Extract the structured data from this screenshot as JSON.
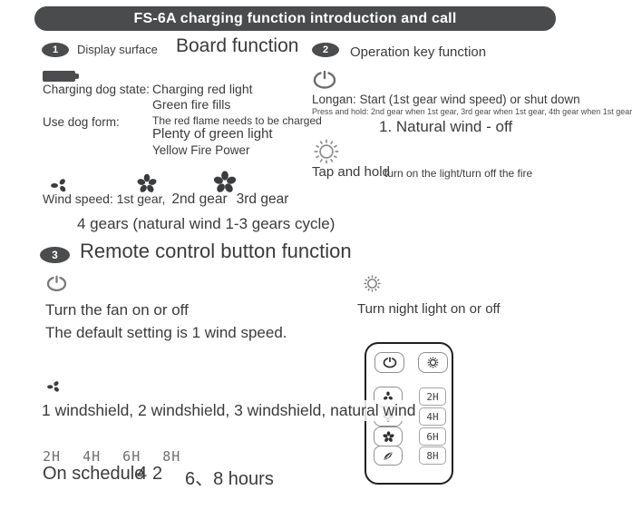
{
  "banner": {
    "title": "FS-6A charging function introduction and call"
  },
  "section1": {
    "badge": "1",
    "small_label": "Display surface",
    "big_label": "Board function"
  },
  "section2": {
    "badge": "2",
    "label": "Operation key function"
  },
  "section3": {
    "badge": "3",
    "label": "Remote control button function"
  },
  "display_board": {
    "charging_state_label": "Charging dog state:",
    "charging_state_line1": "Charging red light",
    "charging_state_line2": "Green fire fills",
    "use_form_label": "Use dog form:",
    "use_form_line1": "The red flame needs to be charged",
    "use_form_line2": "Plenty of green light",
    "use_form_line3": "Yellow Fire Power"
  },
  "operation": {
    "longan_line": "Longan: Start (1st gear wind speed) or shut down",
    "press_hold_line": "Press and hold: 2nd gear when 1st gear, 3rd gear when 1st gear, 4th gear when 1st gear",
    "natural_line": "1. Natural wind - off",
    "tap_hold": "Tap and hold",
    "tap_hold_overlay": "turn on the light/turn off the fire"
  },
  "wind": {
    "speed_label": "Wind speed: 1st gear,",
    "gear2": "2nd gear",
    "gear3": "3rd gear",
    "gears_cycle": "4 gears (natural wind 1-3 gears cycle)"
  },
  "remote_info": {
    "fan_onoff": "Turn the fan on or off",
    "default_line": "The default setting is 1 wind speed.",
    "night_light": "Turn night light on or off",
    "windshield_line": "1 windshield, 2 windshield, 3 windshield, natural wind",
    "timer_line": "2H 4H 6H 8H",
    "schedule_prefix": "On schedule",
    "schedule_overlay": "4",
    "schedule_mid": "2",
    "schedule_rest": "6、8 hours"
  },
  "remote": {
    "timer_buttons": [
      "2H",
      "4H",
      "6H",
      "8H"
    ]
  },
  "icons": {
    "battery": "battery-icon",
    "power": "power-icon",
    "sun": "sun-icon",
    "fan": "fan-icon",
    "leaf": "leaf-icon"
  },
  "colors": {
    "banner_bg": "#494b4c",
    "text": "#3b3b3b",
    "icon_gray": "#77797b",
    "fan_dark": "#3a3c3d"
  }
}
